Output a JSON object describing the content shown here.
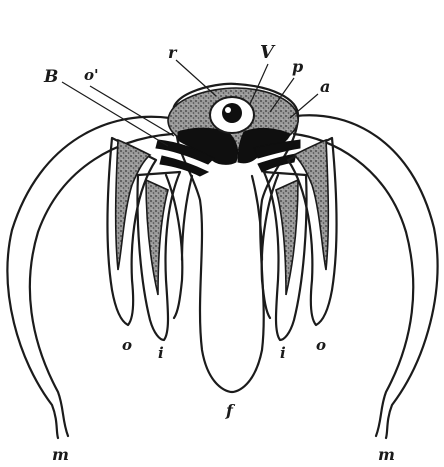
{
  "labels": {
    "r": "r",
    "V": "V",
    "p": "p",
    "a": "a",
    "B": "B",
    "o_prime": "o'",
    "o_left": "o",
    "o_right": "o",
    "i_left": "i",
    "i_right": "i",
    "f": "f",
    "m_left": "m",
    "m_right": "m"
  },
  "colors": {
    "ink": "#1b1b1b",
    "dark_tissue": "#0f0f0f",
    "stipple_base": "#8a8a8a",
    "background": "#ffffff"
  }
}
